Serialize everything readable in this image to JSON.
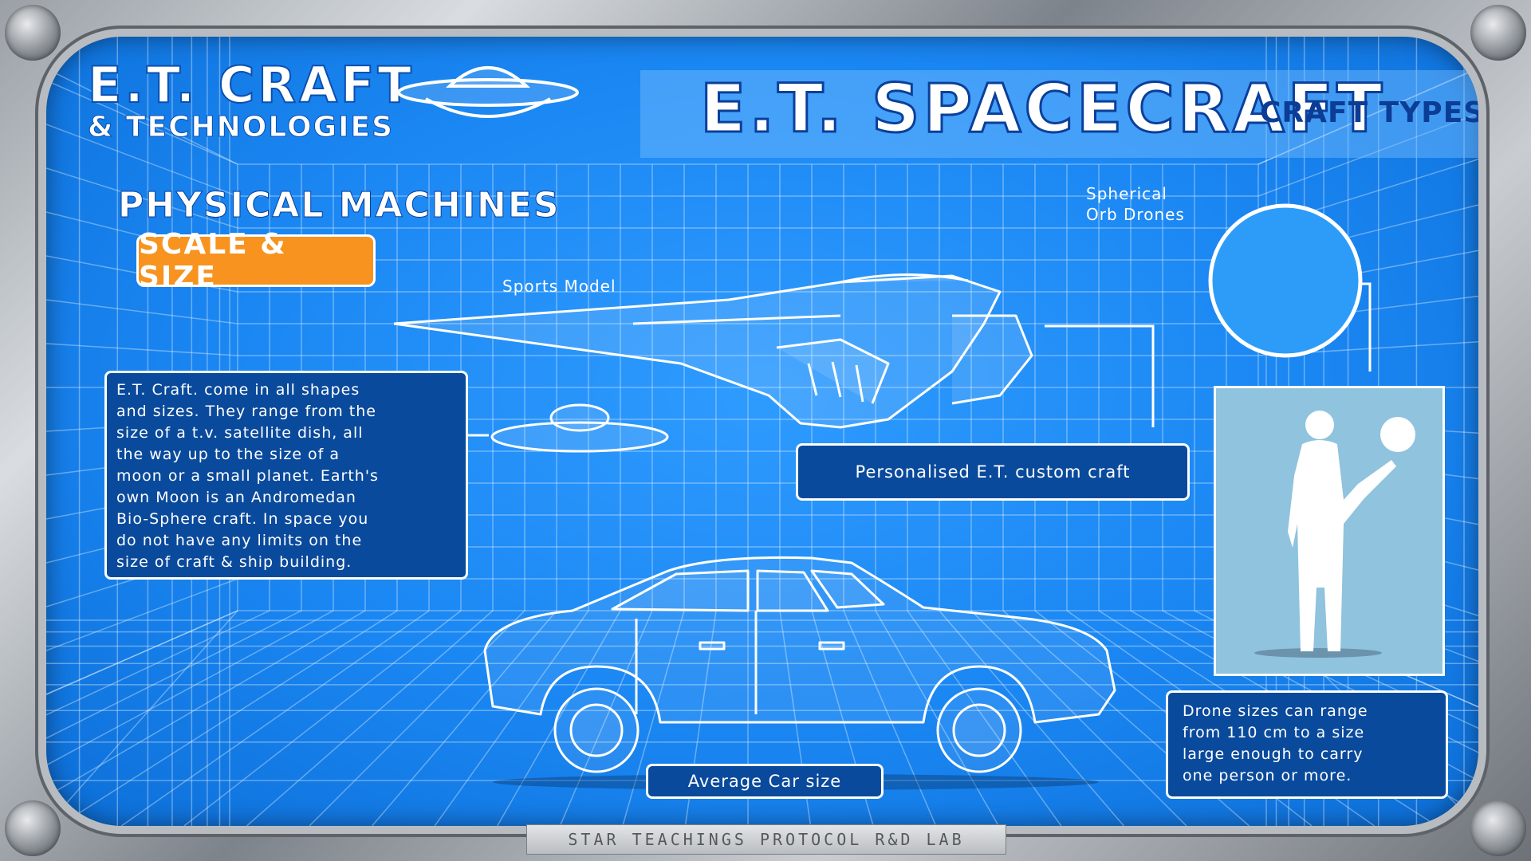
{
  "header": {
    "brand_line1": "E.T. CRAFT",
    "brand_line2": "& TECHNOLOGIES",
    "title": "E.T. SPACECRAFT",
    "subtitle": "CRAFT TYPES"
  },
  "section": {
    "title": "PHYSICAL MACHINES",
    "badge": "SCALE & SIZE"
  },
  "labels": {
    "sports_model": "Sports Model",
    "orb_line1": "Spherical",
    "orb_line2": "Orb Drones",
    "custom_craft": "Personalised E.T. custom craft",
    "car": "Average Car size"
  },
  "description": {
    "lines": [
      "E.T. Craft. come in all shapes",
      "and sizes. They range from the",
      "size of a t.v. satellite dish, all",
      "the way up to the size of a",
      "moon or a small planet. Earth's",
      "own Moon is an Andromedan",
      "Bio-Sphere craft. In space you",
      "do not have any limits on the",
      "size of craft & ship building."
    ]
  },
  "drone_note": {
    "lines": [
      "Drone sizes can range",
      "from 110 cm to a size",
      "large enough to carry",
      "one person or more."
    ]
  },
  "footer": {
    "text": "STAR  TEACHINGS  PROTOCOL  R&D LAB"
  },
  "colors": {
    "screen_blue": "#1a86f2",
    "box_navy": "#0a4a9c",
    "badge_orange": "#f7931e",
    "panel_light_blue": "#8fc3de"
  }
}
